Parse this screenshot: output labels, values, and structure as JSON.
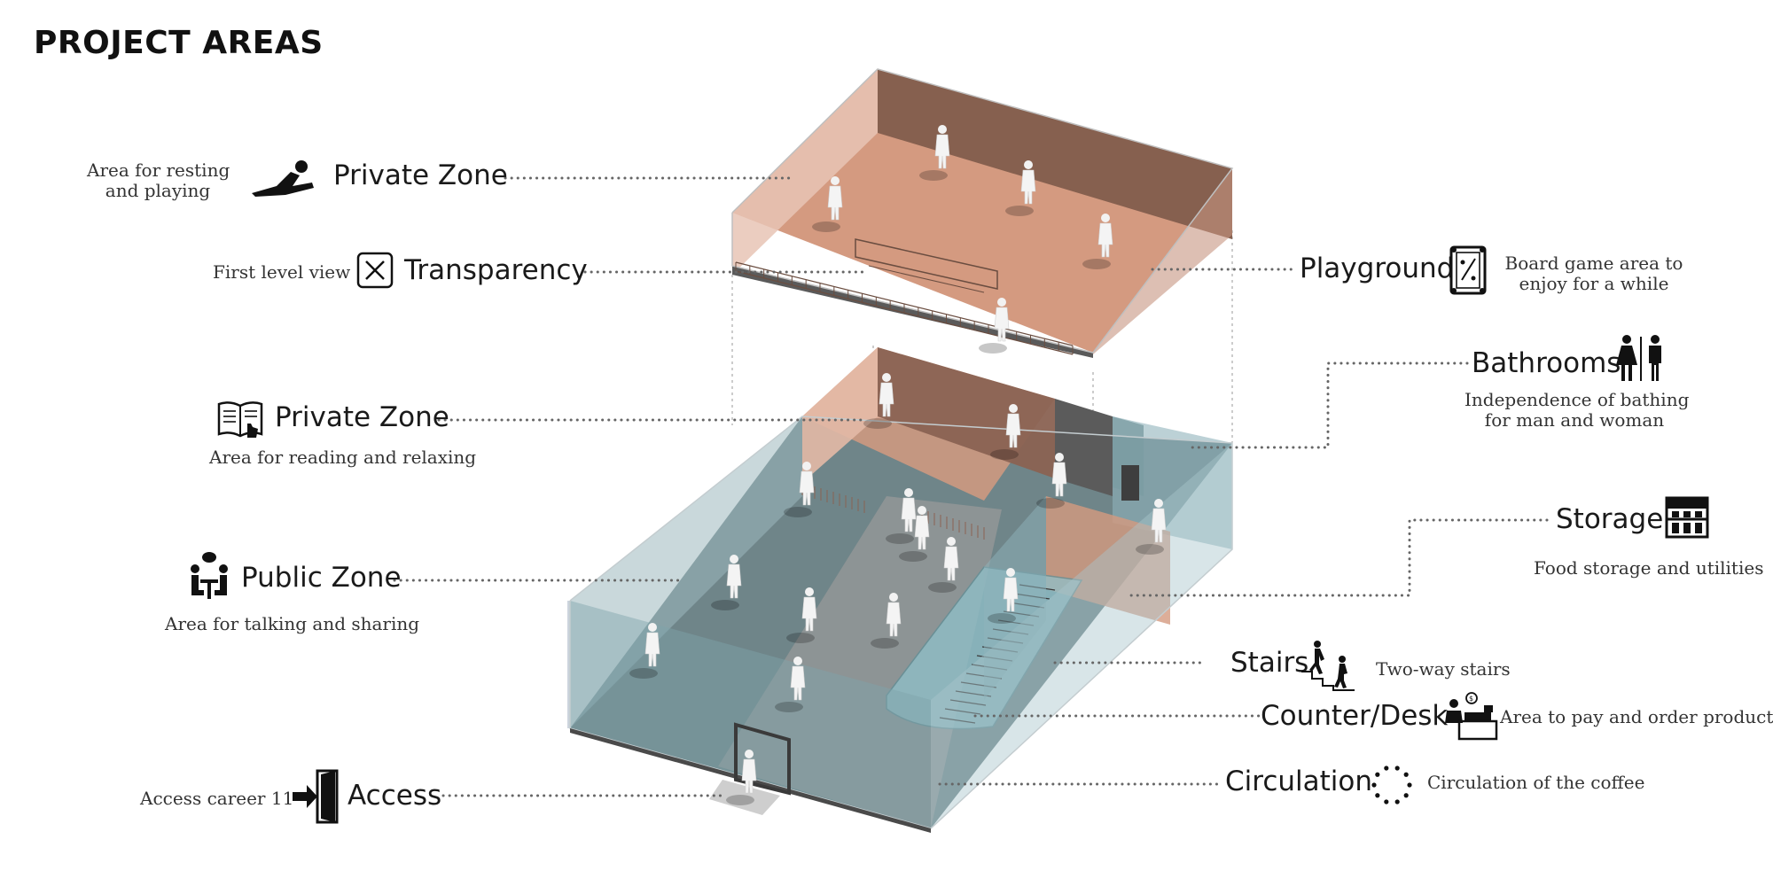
{
  "title": "PROJECT AREAS",
  "colors": {
    "upper_floor": "#d49a80",
    "upper_wall": "#8a6252",
    "glass": "#8fb3bb",
    "glass_dark": "#5c7c82",
    "leader": "#6b6b6b"
  },
  "labels": {
    "private_zone_top": {
      "name": "Private Zone",
      "desc1": "Area for resting",
      "desc2": "and playing",
      "icon": "reclining-person-icon"
    },
    "transparency": {
      "name": "Transparency",
      "desc": "First level view",
      "icon": "cross-box-icon"
    },
    "private_zone_mid": {
      "name": "Private Zone",
      "desc": "Area for reading and relaxing",
      "icon": "open-book-icon"
    },
    "public_zone": {
      "name": "Public Zone",
      "desc": "Area for talking and sharing",
      "icon": "conversation-table-icon"
    },
    "access": {
      "name": "Access",
      "desc": "Access career 11",
      "icon": "door-entry-icon"
    },
    "playground": {
      "name": "Playground",
      "desc1": "Board game area to",
      "desc2": "enjoy for a while",
      "icon": "pool-table-icon"
    },
    "bathrooms": {
      "name": "Bathrooms",
      "desc1": "Independence of bathing",
      "desc2": "for man and woman",
      "icon": "restroom-icon"
    },
    "storage": {
      "name": "Storage",
      "desc": "Food storage and utilities",
      "icon": "shelves-icon"
    },
    "stairs": {
      "name": "Stairs",
      "desc": "Two-way stairs",
      "icon": "stairs-icon"
    },
    "counter": {
      "name": "Counter/Desk",
      "desc": "Area to pay and order products",
      "icon": "cashier-icon"
    },
    "circulation": {
      "name": "Circulation",
      "desc": "Circulation of the coffee",
      "icon": "circular-arrows-icon"
    }
  }
}
